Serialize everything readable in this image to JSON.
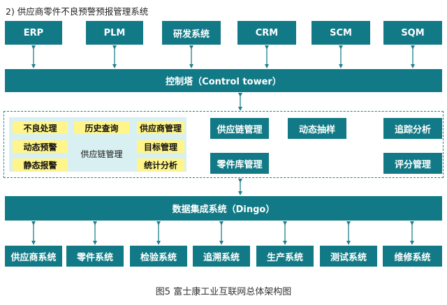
{
  "title": "2) 供应商零件不良预警预报管理系统",
  "top_systems": [
    "ERP",
    "PLM",
    "研发系统",
    "CRM",
    "SCM",
    "SQM"
  ],
  "control_tower": "控制塔（Control tower）",
  "supply_chain": {
    "left_items": [
      "不良处理",
      "动态预警",
      "静态报警"
    ],
    "center_top": "历史查询",
    "center_label": "供应链管理",
    "right_items": [
      "供应商管理",
      "目标管理",
      "统计分析"
    ]
  },
  "modules": [
    "供应链管理",
    "零件库管理",
    "动态抽样",
    "追踪分析",
    "评分管理"
  ],
  "data_integration": "数据集成系统（Dingo）",
  "bottom_systems": [
    "供应商系统",
    "零件系统",
    "检验系统",
    "追溯系统",
    "生产系统",
    "测试系统",
    "维修系统"
  ],
  "caption": "图5  富士康工业互联网总体架构图",
  "colors": {
    "box": "#127a86",
    "highlight": "#fff58a",
    "panel": "#d9f0f2",
    "border": "#1f7f8c"
  }
}
